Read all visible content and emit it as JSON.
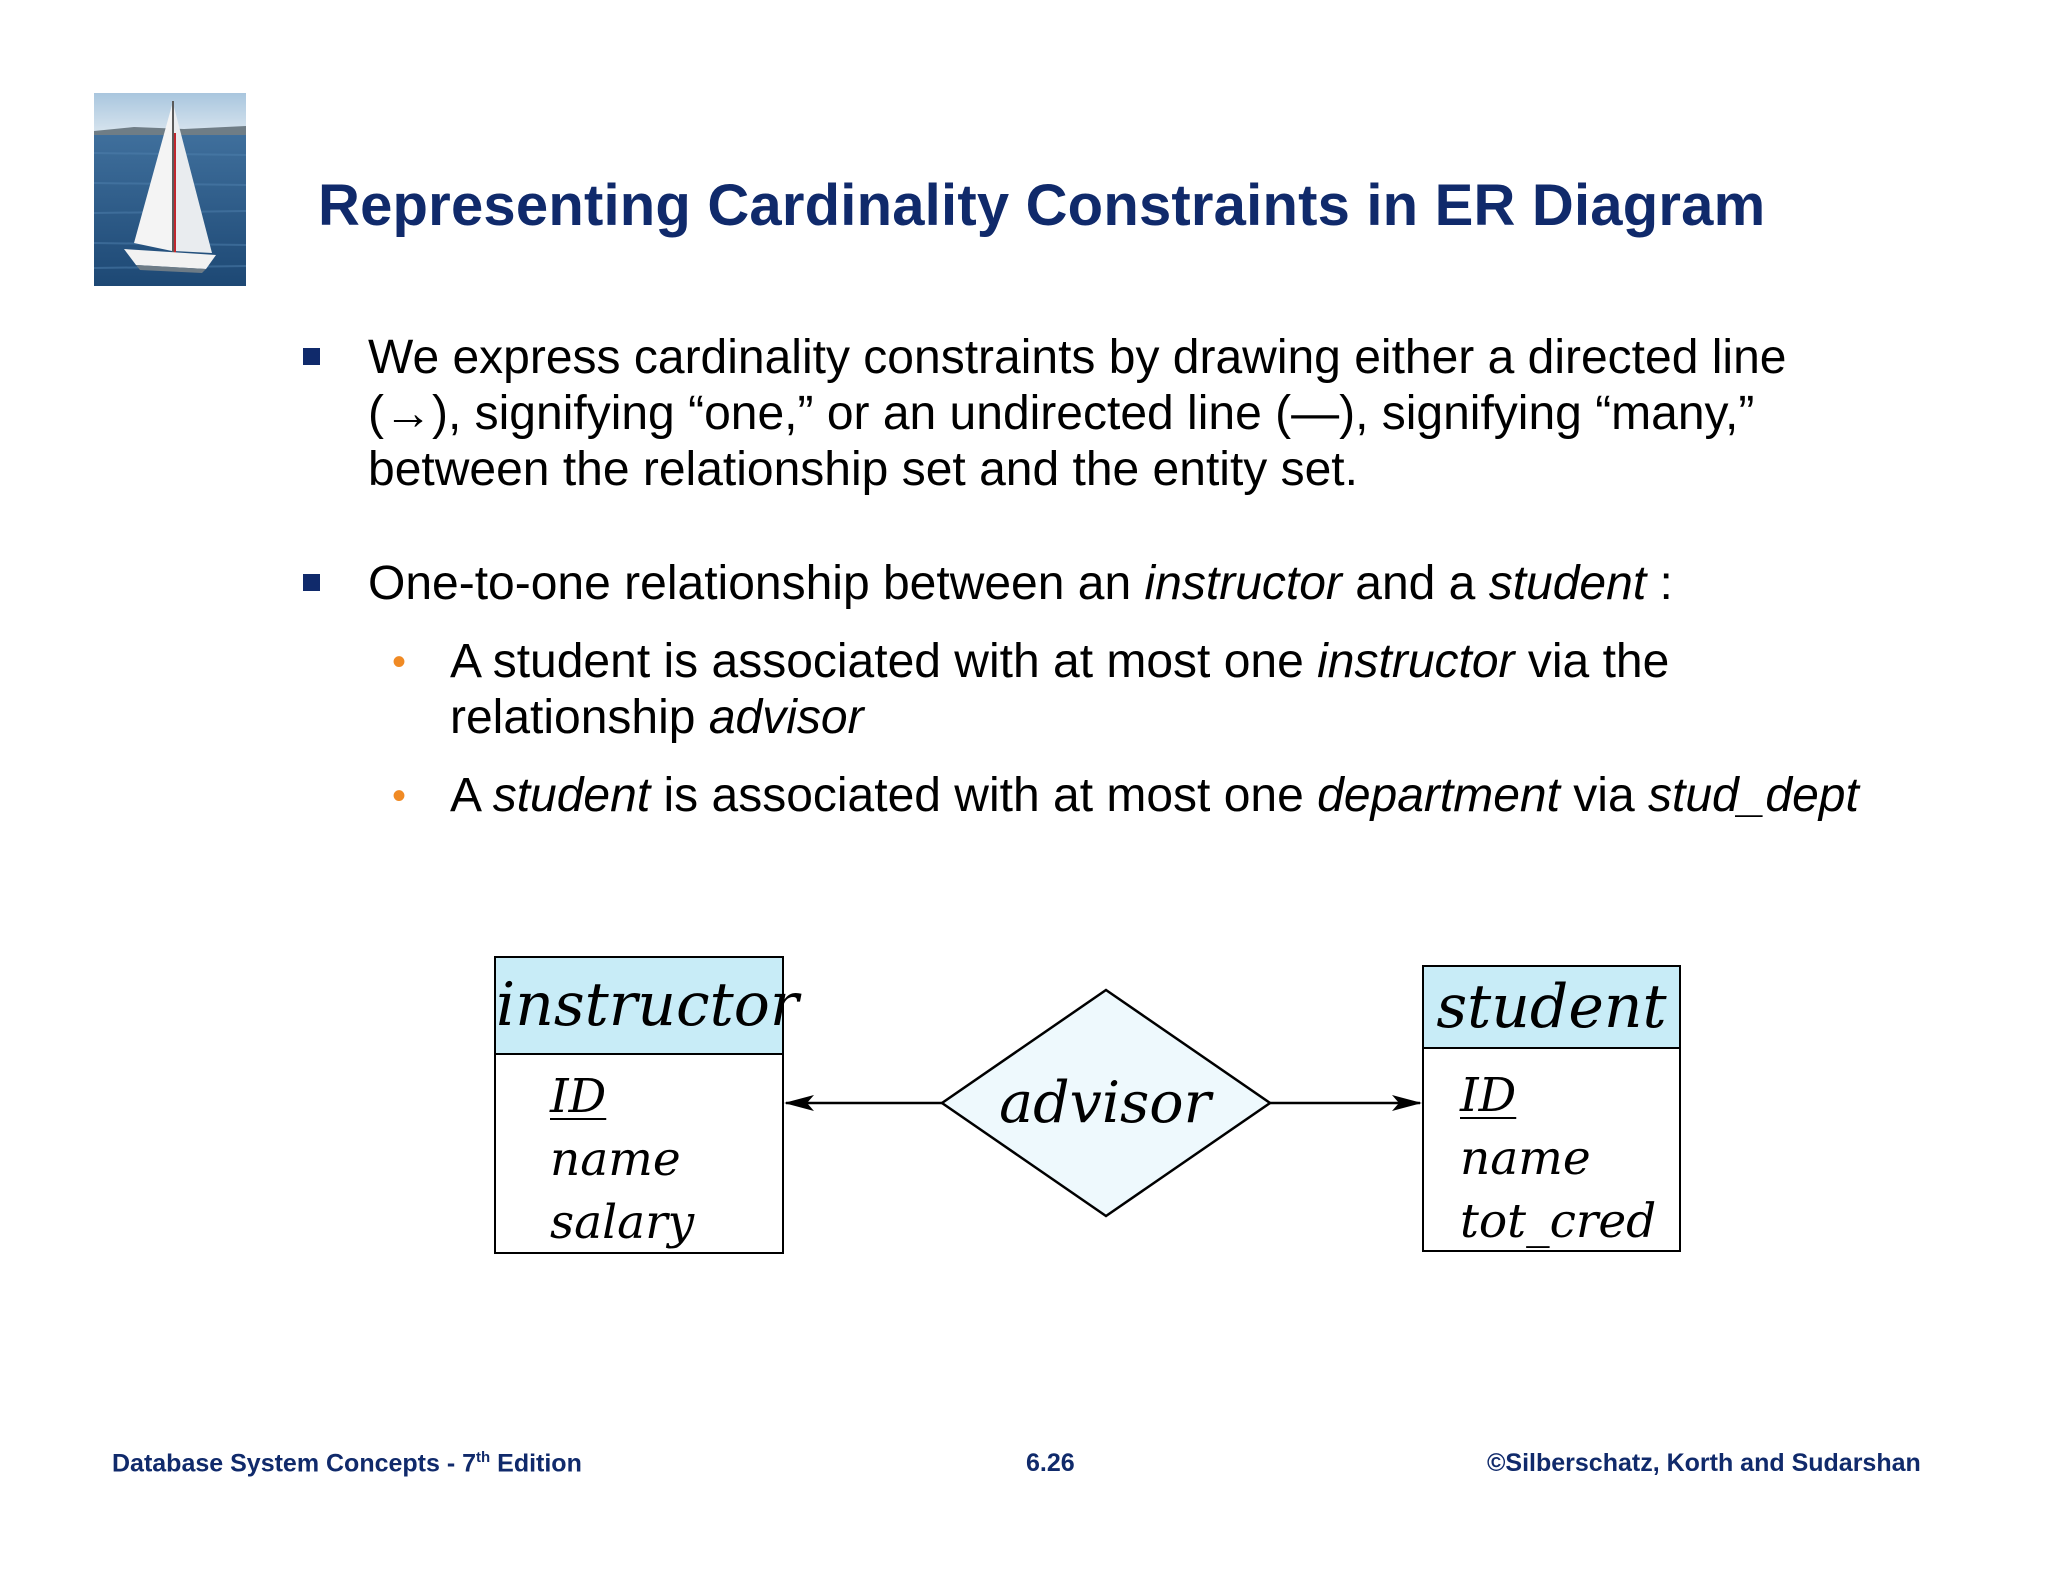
{
  "slide": {
    "title": "Representing Cardinality Constraints in ER Diagram",
    "logo": {
      "icon": "sailboat-photo-icon"
    },
    "bullets": [
      {
        "text": "We express cardinality constraints by drawing either a directed line (→), signifying “one,” or an undirected line (—), signifying “many,” between the relationship set and the entity set."
      },
      {
        "text_parts": [
          "One-to-one relationship between an ",
          "instructor",
          " and a ",
          "student",
          " :"
        ],
        "sub_bullets": [
          {
            "text_parts": [
              "A student is associated with at most one ",
              "instructor",
              " via the relationship ",
              "advisor"
            ]
          },
          {
            "text_parts": [
              "A ",
              "student",
              " is associated with at most one ",
              "department",
              " via ",
              "stud_dept"
            ]
          }
        ]
      }
    ]
  },
  "diagram": {
    "entities": [
      {
        "name": "instructor",
        "attributes": [
          "ID",
          "name",
          "salary"
        ],
        "primary_key": "ID"
      },
      {
        "name": "student",
        "attributes": [
          "ID",
          "name",
          "tot_cred"
        ],
        "primary_key": "ID"
      }
    ],
    "relationship": {
      "name": "advisor",
      "left_cardinality": "one",
      "right_cardinality": "one"
    },
    "colors": {
      "entity_header": "#c8ecf7",
      "relationship_fill": "#eef9fd",
      "line": "#000000"
    }
  },
  "footer": {
    "left_main": "Database System Concepts - 7",
    "left_sup": "th",
    "left_tail": " Edition",
    "center": "6.26",
    "right": "©Silberschatz, Korth and Sudarshan"
  },
  "colors": {
    "title": "#102a6b",
    "bullet_square": "#102a6b",
    "sub_bullet_dot": "#f08a24"
  }
}
